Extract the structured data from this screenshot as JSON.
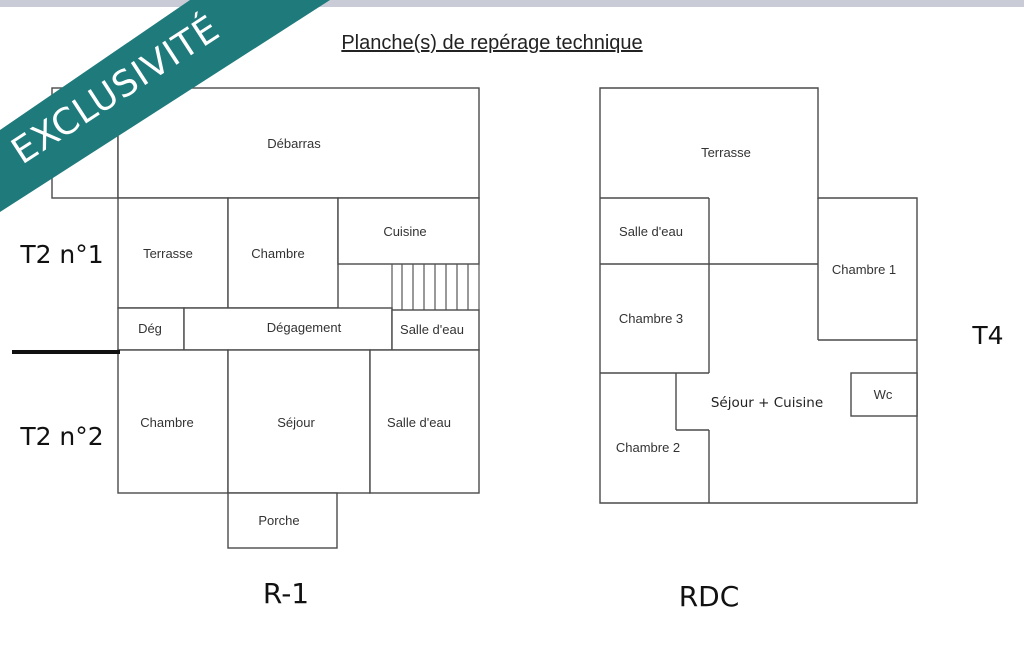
{
  "banner": {
    "text": "EXCLUSIVITÉ",
    "color": "#1f7a7c"
  },
  "title": "Planche(s) de repérage technique",
  "plan_left": {
    "level": "R-1",
    "unit_top": "T2 n°1",
    "unit_bottom": "T2 n°2",
    "rooms": {
      "debarras": "Débarras",
      "terrasse": "Terrasse",
      "chambre_top": "Chambre",
      "cuisine": "Cuisine",
      "deg": "Dég",
      "degagement": "Dégagement",
      "salle_eau_top": "Salle d'eau",
      "chambre_bottom": "Chambre",
      "sejour": "Séjour",
      "salle_eau_bottom": "Salle d'eau",
      "porche": "Porche"
    }
  },
  "plan_right": {
    "level": "RDC",
    "unit": "T4",
    "rooms": {
      "terrasse": "Terrasse",
      "salle_eau": "Salle d'eau",
      "chambre1": "Chambre 1",
      "chambre3": "Chambre 3",
      "sejour_cuisine": "Séjour + Cuisine",
      "wc": "Wc",
      "chambre2": "Chambre 2"
    }
  }
}
